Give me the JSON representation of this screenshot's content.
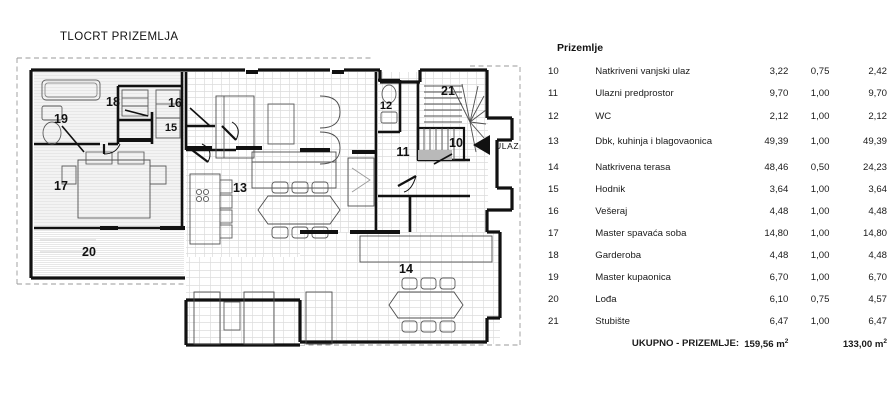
{
  "plan": {
    "title": "TLOCRT PRIZEMLJA",
    "entrance_label": "ULAZ",
    "room_numbers": {
      "n10": "10",
      "n11": "11",
      "n12": "12",
      "n13": "13",
      "n14": "14",
      "n15": "15",
      "n16": "16",
      "n17": "17",
      "n18": "18",
      "n19": "19",
      "n20": "20",
      "n21": "21"
    }
  },
  "table": {
    "heading": "Prizemlje",
    "rows": [
      {
        "no": "10",
        "name": "Natkriveni vanjski ulaz",
        "area": "3,22",
        "factor": "0,75",
        "total": "2,42"
      },
      {
        "no": "11",
        "name": "Ulazni predprostor",
        "area": "9,70",
        "factor": "1,00",
        "total": "9,70"
      },
      {
        "no": "12",
        "name": "WC",
        "area": "2,12",
        "factor": "1,00",
        "total": "2,12"
      },
      {
        "no": "13",
        "name": "Dbk, kuhinja i blagovaonica",
        "area": "49,39",
        "factor": "1,00",
        "total": "49,39"
      },
      {
        "no": "14",
        "name": "Natkrivena terasa",
        "area": "48,46",
        "factor": "0,50",
        "total": "24,23"
      },
      {
        "no": "15",
        "name": "Hodnik",
        "area": "3,64",
        "factor": "1,00",
        "total": "3,64"
      },
      {
        "no": "16",
        "name": "Vešeraj",
        "area": "4,48",
        "factor": "1,00",
        "total": "4,48"
      },
      {
        "no": "17",
        "name": "Master spavaća soba",
        "area": "14,80",
        "factor": "1,00",
        "total": "14,80"
      },
      {
        "no": "18",
        "name": "Garderoba",
        "area": "4,48",
        "factor": "1,00",
        "total": "4,48"
      },
      {
        "no": "19",
        "name": "Master kupaonica",
        "area": "6,70",
        "factor": "1,00",
        "total": "6,70"
      },
      {
        "no": "20",
        "name": "Lođa",
        "area": "6,10",
        "factor": "0,75",
        "total": "4,57"
      },
      {
        "no": "21",
        "name": "Stubište",
        "area": "6,47",
        "factor": "1,00",
        "total": "6,47"
      }
    ],
    "footer": {
      "label": "UKUPNO - PRIZEMLJE:",
      "gross": "159,56 m",
      "gross_unit": "2",
      "net": "133,00 m",
      "net_unit": "2"
    }
  },
  "colors": {
    "wall": "#111111",
    "thin_line": "#6e6e6e",
    "hatch": "#d8d8d8",
    "plot_dash": "#9a9a9a",
    "text": "#1a1a1a"
  }
}
